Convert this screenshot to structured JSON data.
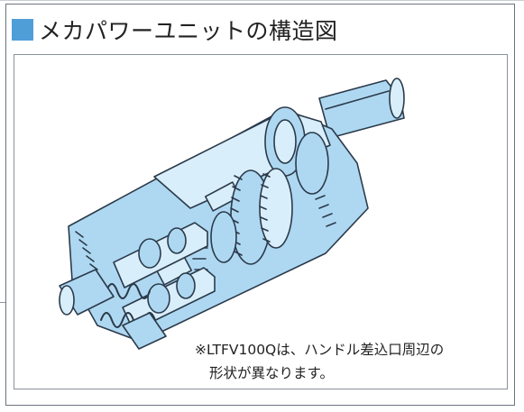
{
  "title": "メカパワーユニットの構造図",
  "note": {
    "line1": "※LTFV100Qは、ハンドル差込口周辺の",
    "line2": "形状が異なります。"
  },
  "colors": {
    "title_square": "#4f9ed8",
    "illustration_fill": "#aed8f2",
    "illustration_light": "#d9eefb",
    "illustration_line": "#2b3a4a",
    "frame": "#6b7480"
  },
  "illustration": {
    "subject": "mechanical power unit cutaway",
    "parts": [
      "housing",
      "input-shaft",
      "gear-train",
      "springs",
      "output-shaft"
    ]
  }
}
